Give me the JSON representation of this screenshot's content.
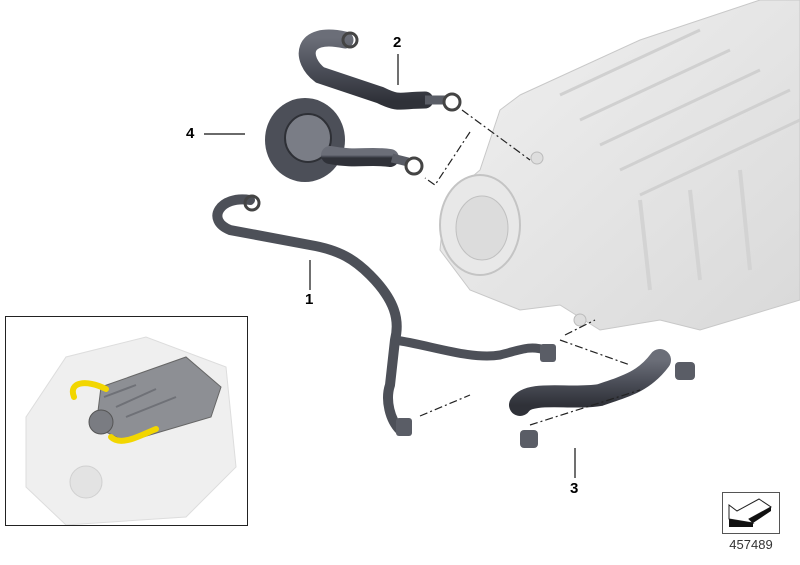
{
  "diagram": {
    "type": "exploded-parts-diagram",
    "subject": "Crankcase ventilation hoses on intake manifold",
    "diagram_id": "457489"
  },
  "callouts": [
    {
      "number": "1",
      "part": "Vent hose (branched)"
    },
    {
      "number": "2",
      "part": "Vent hose (upper)"
    },
    {
      "number": "3",
      "part": "Vent hose (lower)"
    },
    {
      "number": "4",
      "part": "Oil separator / valve with hose"
    }
  ],
  "inset": {
    "description": "Engine overview with highlighted hoses",
    "highlight_color": "#f2d600"
  },
  "colors": {
    "hose": "#4a4d57",
    "manifold": "#e6e6e6",
    "engine_ghost": "#eeeeee",
    "leader": "#111111"
  }
}
